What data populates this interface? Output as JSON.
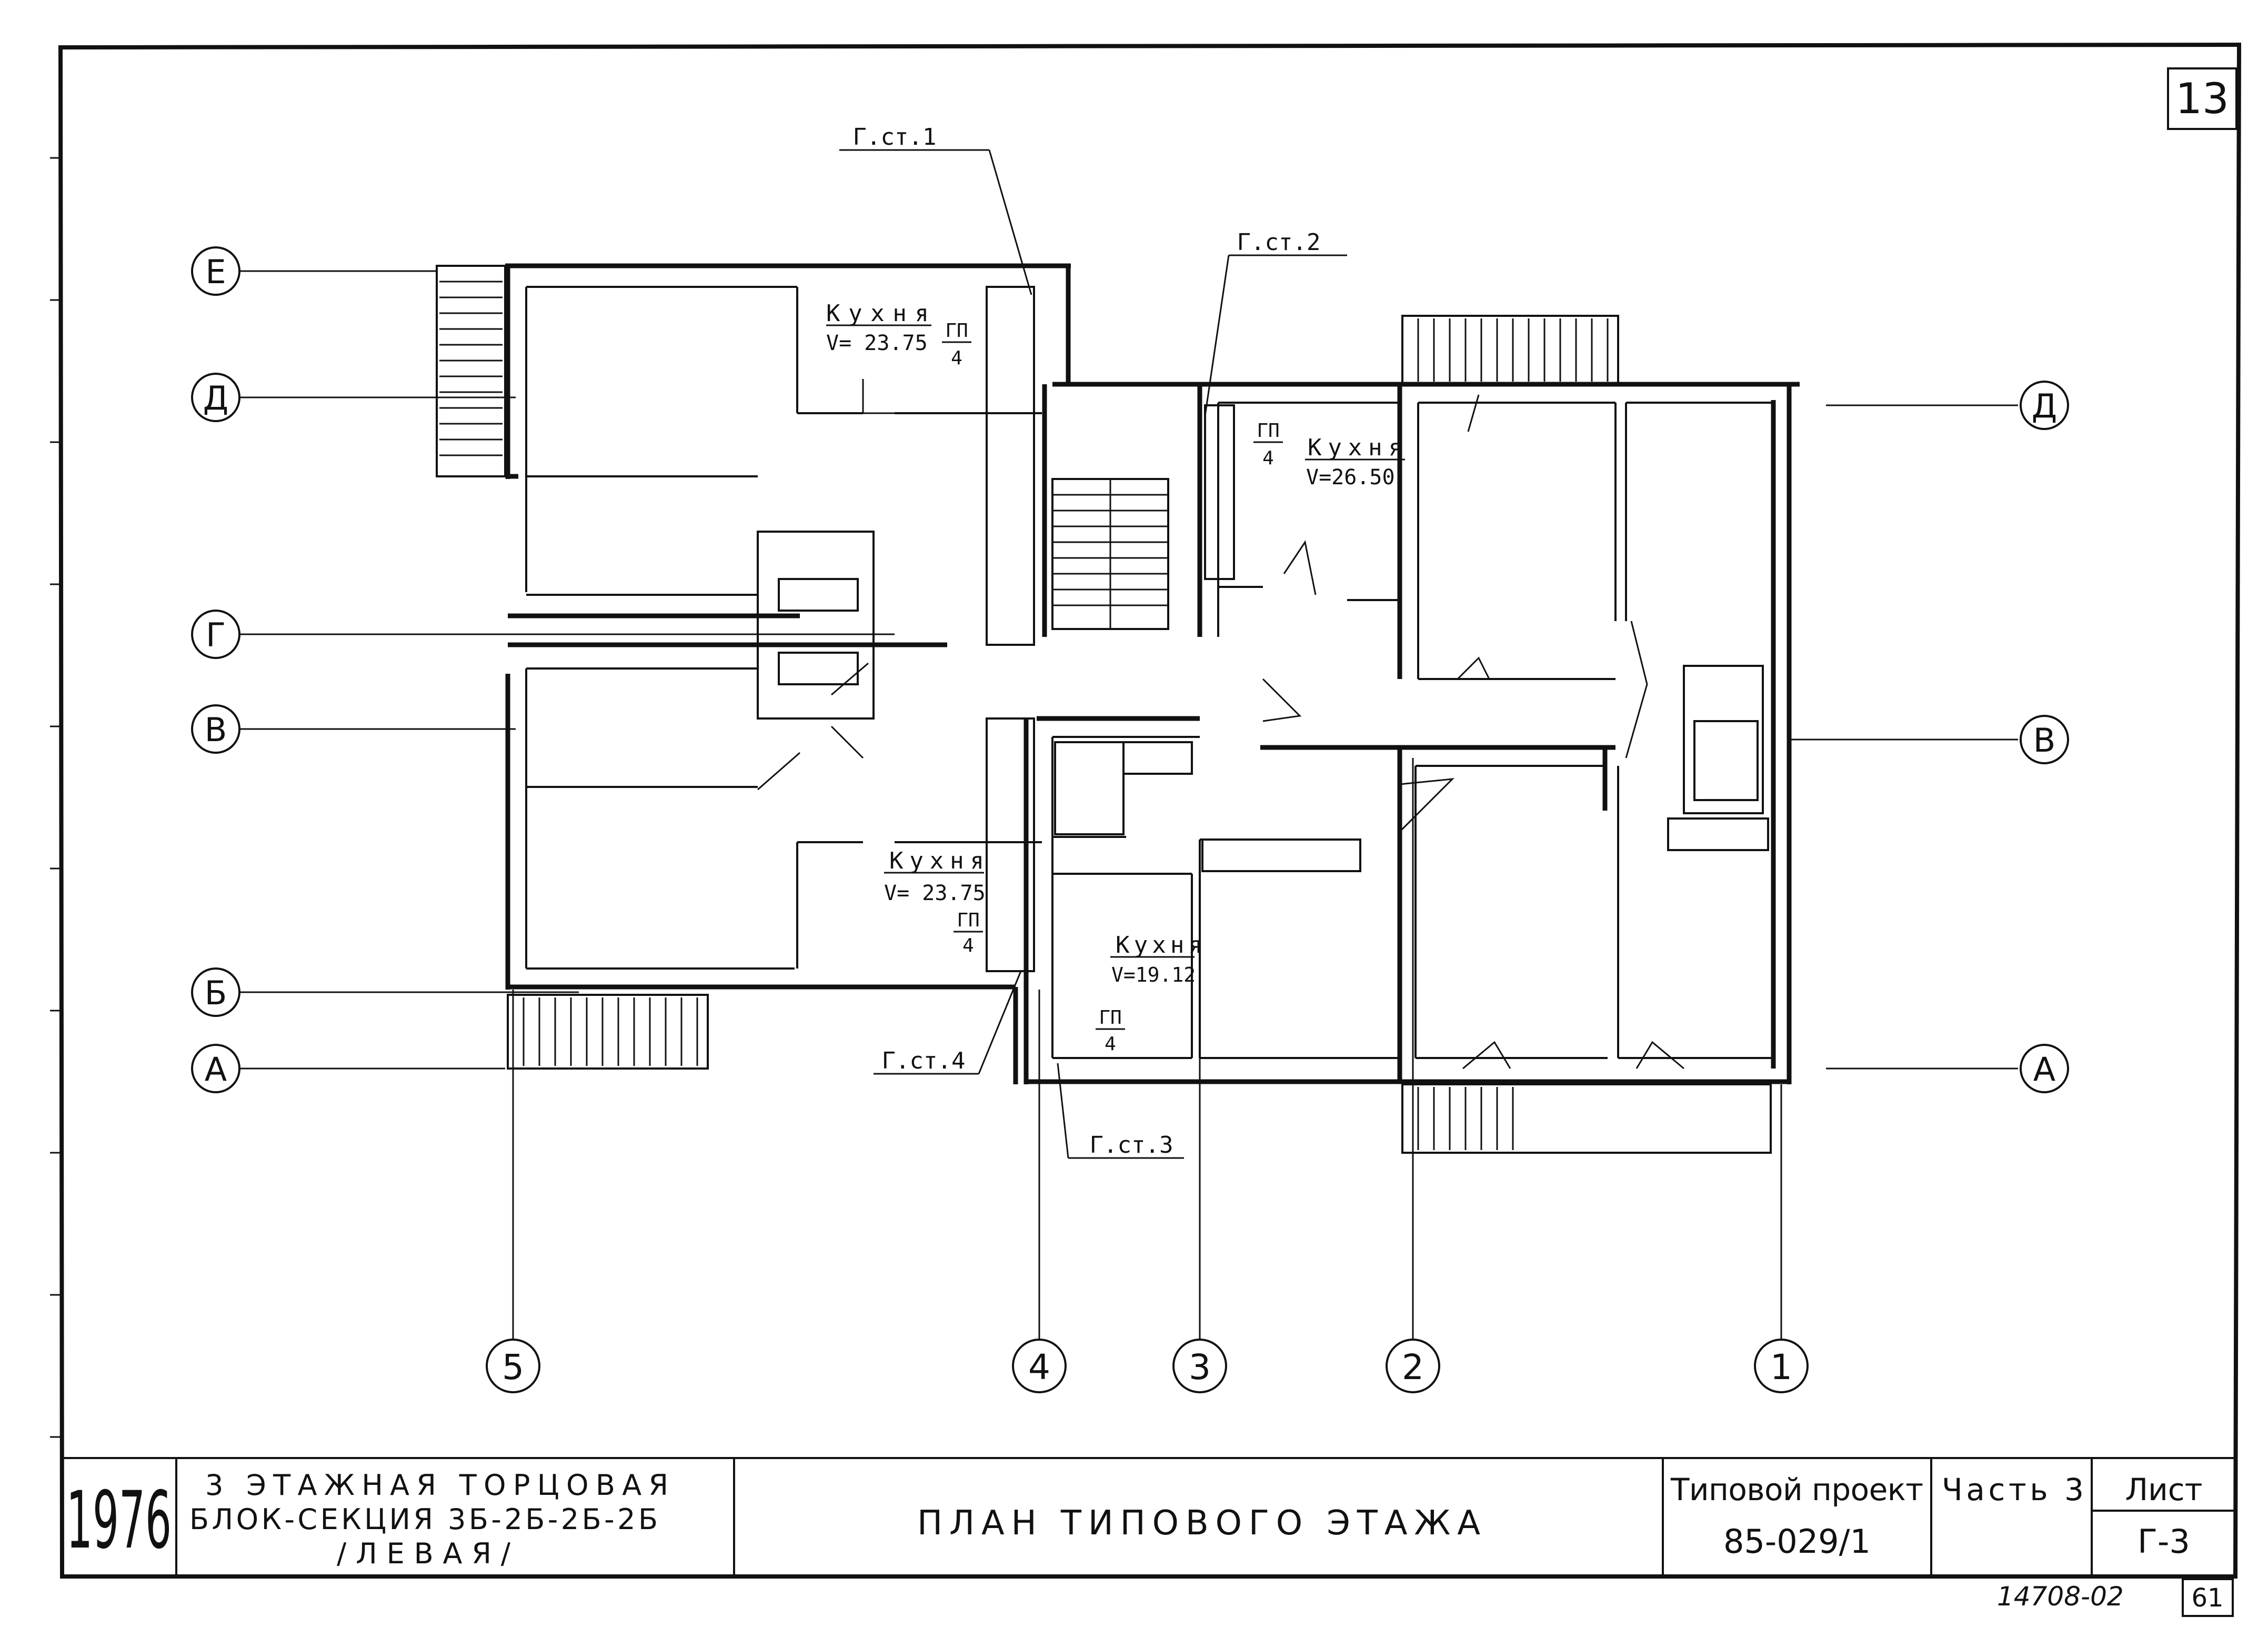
{
  "sheet": {
    "sheet_no_top": "13",
    "sheet_no_bottom": "61",
    "archive_no": "14708-02"
  },
  "title_block": {
    "year": "1976",
    "description_1": "3 ЭТАЖНАЯ ТОРЦОВАЯ",
    "description_2": "БЛОК-СЕКЦИЯ 3Б-2Б-2Б-2Б",
    "description_3": "/ЛЕВАЯ/",
    "drawing_title": "ПЛАН ТИПОВОГО ЭТАЖА",
    "project_label": "Типовой проект",
    "project_no": "85-029/1",
    "part": "Часть 3",
    "sheet_label": "Лист",
    "sheet_code": "Г-3"
  },
  "axes": {
    "rows_left": [
      "Е",
      "Д",
      "Г",
      "В",
      "Б",
      "А"
    ],
    "rows_right": [
      "Д",
      "В",
      "А"
    ],
    "columns": [
      "5",
      "4",
      "3",
      "2",
      "1"
    ]
  },
  "kitchens": [
    {
      "name": "Кухня",
      "volume": "V= 23.75",
      "gp": "ГП",
      "gp_n": "4"
    },
    {
      "name": "Кухня",
      "volume": "V=26.50",
      "gp": "ГП",
      "gp_n": "4"
    },
    {
      "name": "Кухня",
      "volume": "V= 23.75",
      "gp": "ГП",
      "gp_n": "4"
    },
    {
      "name": "Кухня",
      "volume": "V=19.12",
      "gp": "ГП",
      "gp_n": "4"
    }
  ],
  "gas_risers": [
    "Г.ст.1",
    "Г.ст.2",
    "Г.ст.3",
    "Г.ст.4"
  ]
}
